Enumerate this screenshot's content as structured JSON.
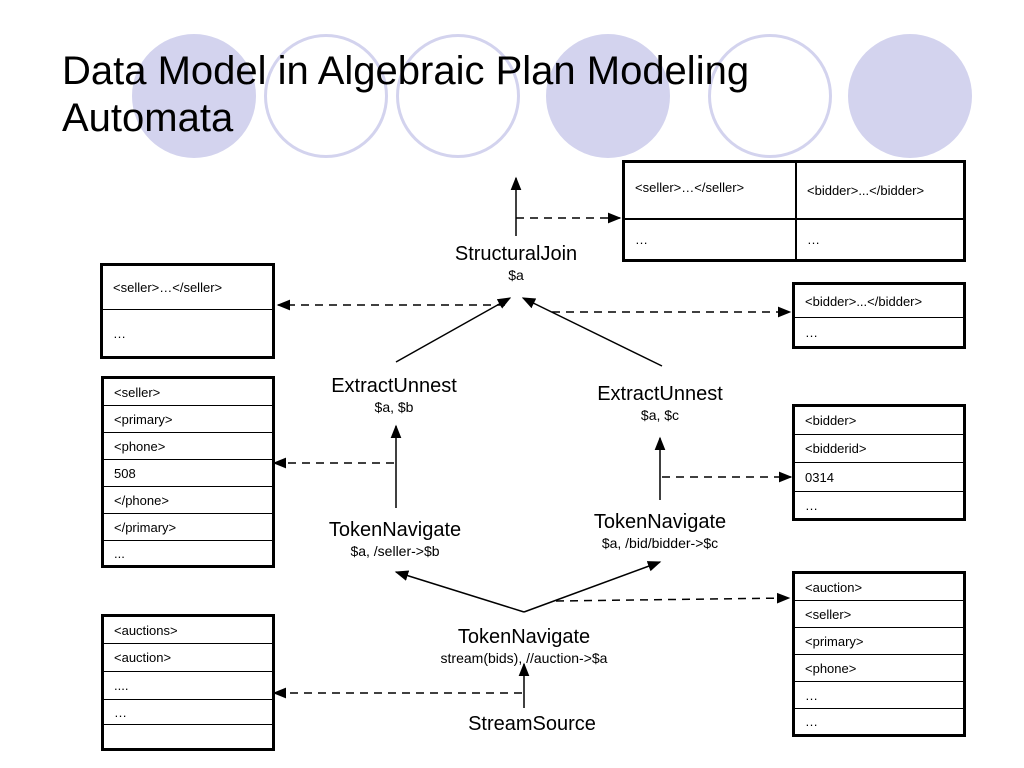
{
  "title": {
    "line1": "Data Model in Algebraic Plan Modeling",
    "line2": "Automata"
  },
  "nodes": {
    "structural_join": {
      "name": "StructuralJoin",
      "param": "$a"
    },
    "extract_unnest_left": {
      "name": "ExtractUnnest",
      "param": "$a, $b"
    },
    "extract_unnest_right": {
      "name": "ExtractUnnest",
      "param": "$a, $c"
    },
    "token_navigate_left": {
      "name": "TokenNavigate",
      "param": "$a, /seller->$b"
    },
    "token_navigate_right": {
      "name": "TokenNavigate",
      "param": "$a, /bid/bidder->$c"
    },
    "token_navigate_bottom": {
      "name": "TokenNavigate",
      "param": "stream(bids), //auction->$a"
    },
    "stream_source": {
      "name": "StreamSource"
    }
  },
  "tables": {
    "join_output": {
      "cells": [
        "<seller>…</seller>",
        "<bidder>...</bidder>",
        "…",
        "…"
      ]
    },
    "seller_result": {
      "rows": [
        "<seller>…</seller>",
        "…"
      ]
    },
    "bidder_result": {
      "rows": [
        "<bidder>...</bidder>",
        "…"
      ]
    },
    "seller_tokens": {
      "rows": [
        "<seller>",
        "<primary>",
        "<phone>",
        "508",
        "</phone>",
        "</primary>",
        "..."
      ]
    },
    "bidder_tokens": {
      "rows": [
        "<bidder>",
        "<bidderid>",
        "0314",
        "…"
      ]
    },
    "auction_tokens": {
      "rows": [
        "<auction>",
        "<seller>",
        "<primary>",
        "<phone>",
        "…",
        "…"
      ]
    },
    "stream_tokens": {
      "rows": [
        "<auctions>",
        "<auction>",
        "....",
        "…",
        ""
      ]
    }
  },
  "colors": {
    "circle": "#d3d3ee",
    "ink": "#000000"
  }
}
